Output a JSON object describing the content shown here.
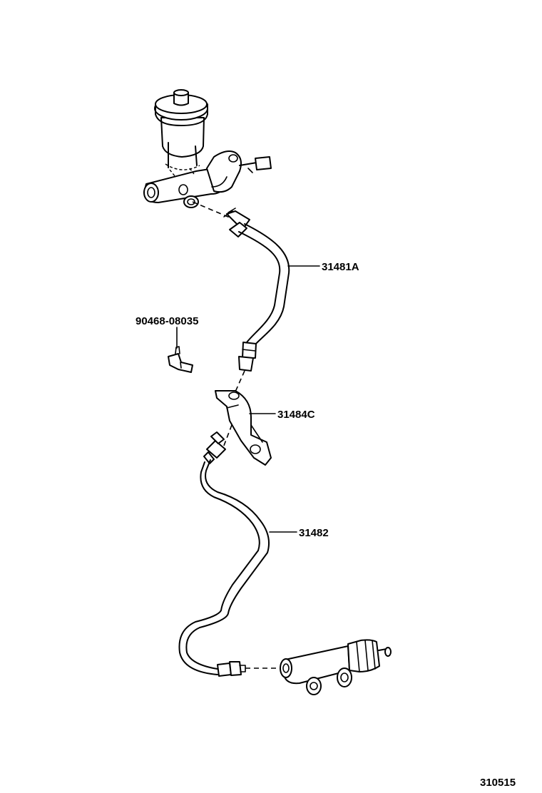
{
  "diagram_id": "310515",
  "parts": [
    {
      "key": "hose",
      "number": "31481A"
    },
    {
      "key": "clip",
      "number": "90468-08035"
    },
    {
      "key": "bracket",
      "number": "31484C"
    },
    {
      "key": "tube",
      "number": "31482"
    }
  ],
  "colors": {
    "line": "#000000",
    "background": "#ffffff"
  }
}
